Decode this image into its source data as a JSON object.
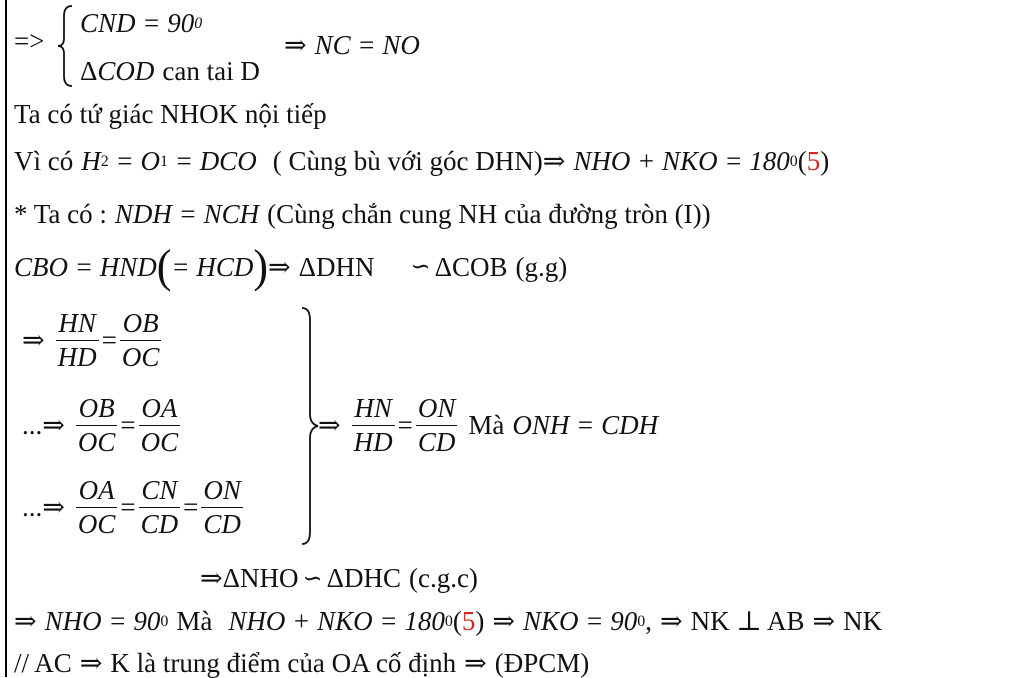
{
  "l1": {
    "prefix": "=>",
    "a_eq": "CND = 90",
    "a_sup": "0",
    "b_tri": "Δ",
    "b_eq": "COD",
    "b_text": "can tai D",
    "implies": "⇒",
    "result": "NC = NO"
  },
  "l2": {
    "text": "Ta có tứ giác NHOK nội tiếp"
  },
  "l3": {
    "t1": "Vì có",
    "h": "H",
    "h_sub": "2",
    "eq1": " = ",
    "o": "O",
    "o_sub": "1",
    "eq2": " = DCO",
    "t2": "( Cùng bù với góc DHN)",
    "implies": "⇒",
    "e1": "NHO + NKO = 180",
    "sup": "0",
    "lp": "(",
    "num": "5",
    "rp": ")"
  },
  "l4": {
    "t1": "* Ta có :",
    "eq": "NDH = NCH",
    "t2": "(Cùng chắn cung NH của đường tròn (I))"
  },
  "l5": {
    "eq1": "CBO = HND",
    "lp": "(",
    "eq2": "= HCD",
    "rp": ")",
    "implies": "⇒",
    "t1": "ΔDHN",
    "sim": "∽",
    "t2": "ΔCOB",
    "t3": "(g.g)"
  },
  "f1": {
    "implies": "⇒",
    "a_num": "HN",
    "a_den": "HD",
    "eq": "=",
    "b_num": "OB",
    "b_den": "OC"
  },
  "f2": {
    "dots": "...",
    "implies": "⇒",
    "a_num": "OB",
    "a_den": "OC",
    "eq": "=",
    "b_num": "OA",
    "b_den": "OC"
  },
  "f3": {
    "dots": "...",
    "implies": "⇒",
    "a_num": "OA",
    "a_den": "OC",
    "eq1": "=",
    "b_num": "CN",
    "b_den": "CD",
    "eq2": "=",
    "c_num": "ON",
    "c_den": "CD"
  },
  "fr": {
    "implies": "⇒",
    "a_num": "HN",
    "a_den": "HD",
    "eq": "=",
    "b_num": "ON",
    "b_den": "CD",
    "t1": "Mà",
    "eq2": "ONH = CDH"
  },
  "l9": {
    "implies": "⇒",
    "t1": "ΔNHO",
    "sim": "∽",
    "t2": "ΔDHC",
    "t3": "(c.g.c)"
  },
  "l10": {
    "implies": "⇒",
    "e1": "NHO = 90",
    "sup1": "0",
    "t1": "Mà",
    "e2": "NHO + NKO = 180",
    "sup2": "0",
    "lp": "(",
    "num": "5",
    "rp": ")",
    "implies2": "⇒",
    "e3": "NKO = 90",
    "sup3": "0",
    "comma": ",",
    "implies3": "⇒",
    "t2": "NK ⊥ AB",
    "implies4": "⇒",
    "t3": "NK"
  },
  "l11": {
    "t1": "// AC",
    "implies": "⇒",
    "t2": "K là trung điểm của OA cố định",
    "implies2": "⇒",
    "t3": "(ĐPCM)"
  }
}
